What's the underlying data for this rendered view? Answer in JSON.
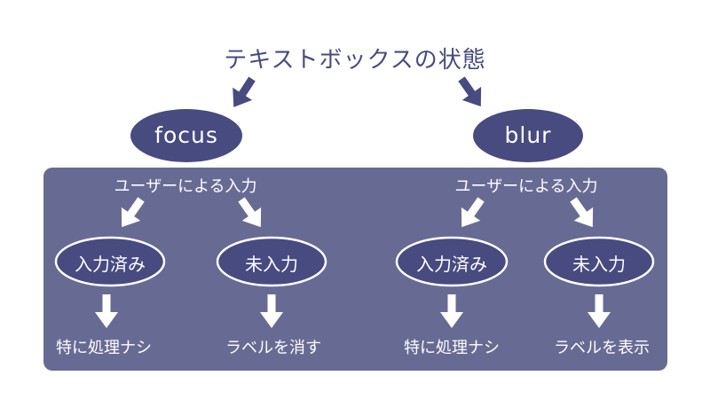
{
  "title": "テキストボックスの状態",
  "colors": {
    "primary": "#474b80",
    "panel": "#676b94",
    "white": "#ffffff"
  },
  "states": [
    {
      "name": "focus",
      "trigger": "ユーザーによる入力",
      "branches": [
        {
          "node": "入力済み",
          "result": "特に処理ナシ"
        },
        {
          "node": "未入力",
          "result": "ラベルを消す"
        }
      ]
    },
    {
      "name": "blur",
      "trigger": "ユーザーによる入力",
      "branches": [
        {
          "node": "入力済み",
          "result": "特に処理ナシ"
        },
        {
          "node": "未入力",
          "result": "ラベルを表示"
        }
      ]
    }
  ]
}
